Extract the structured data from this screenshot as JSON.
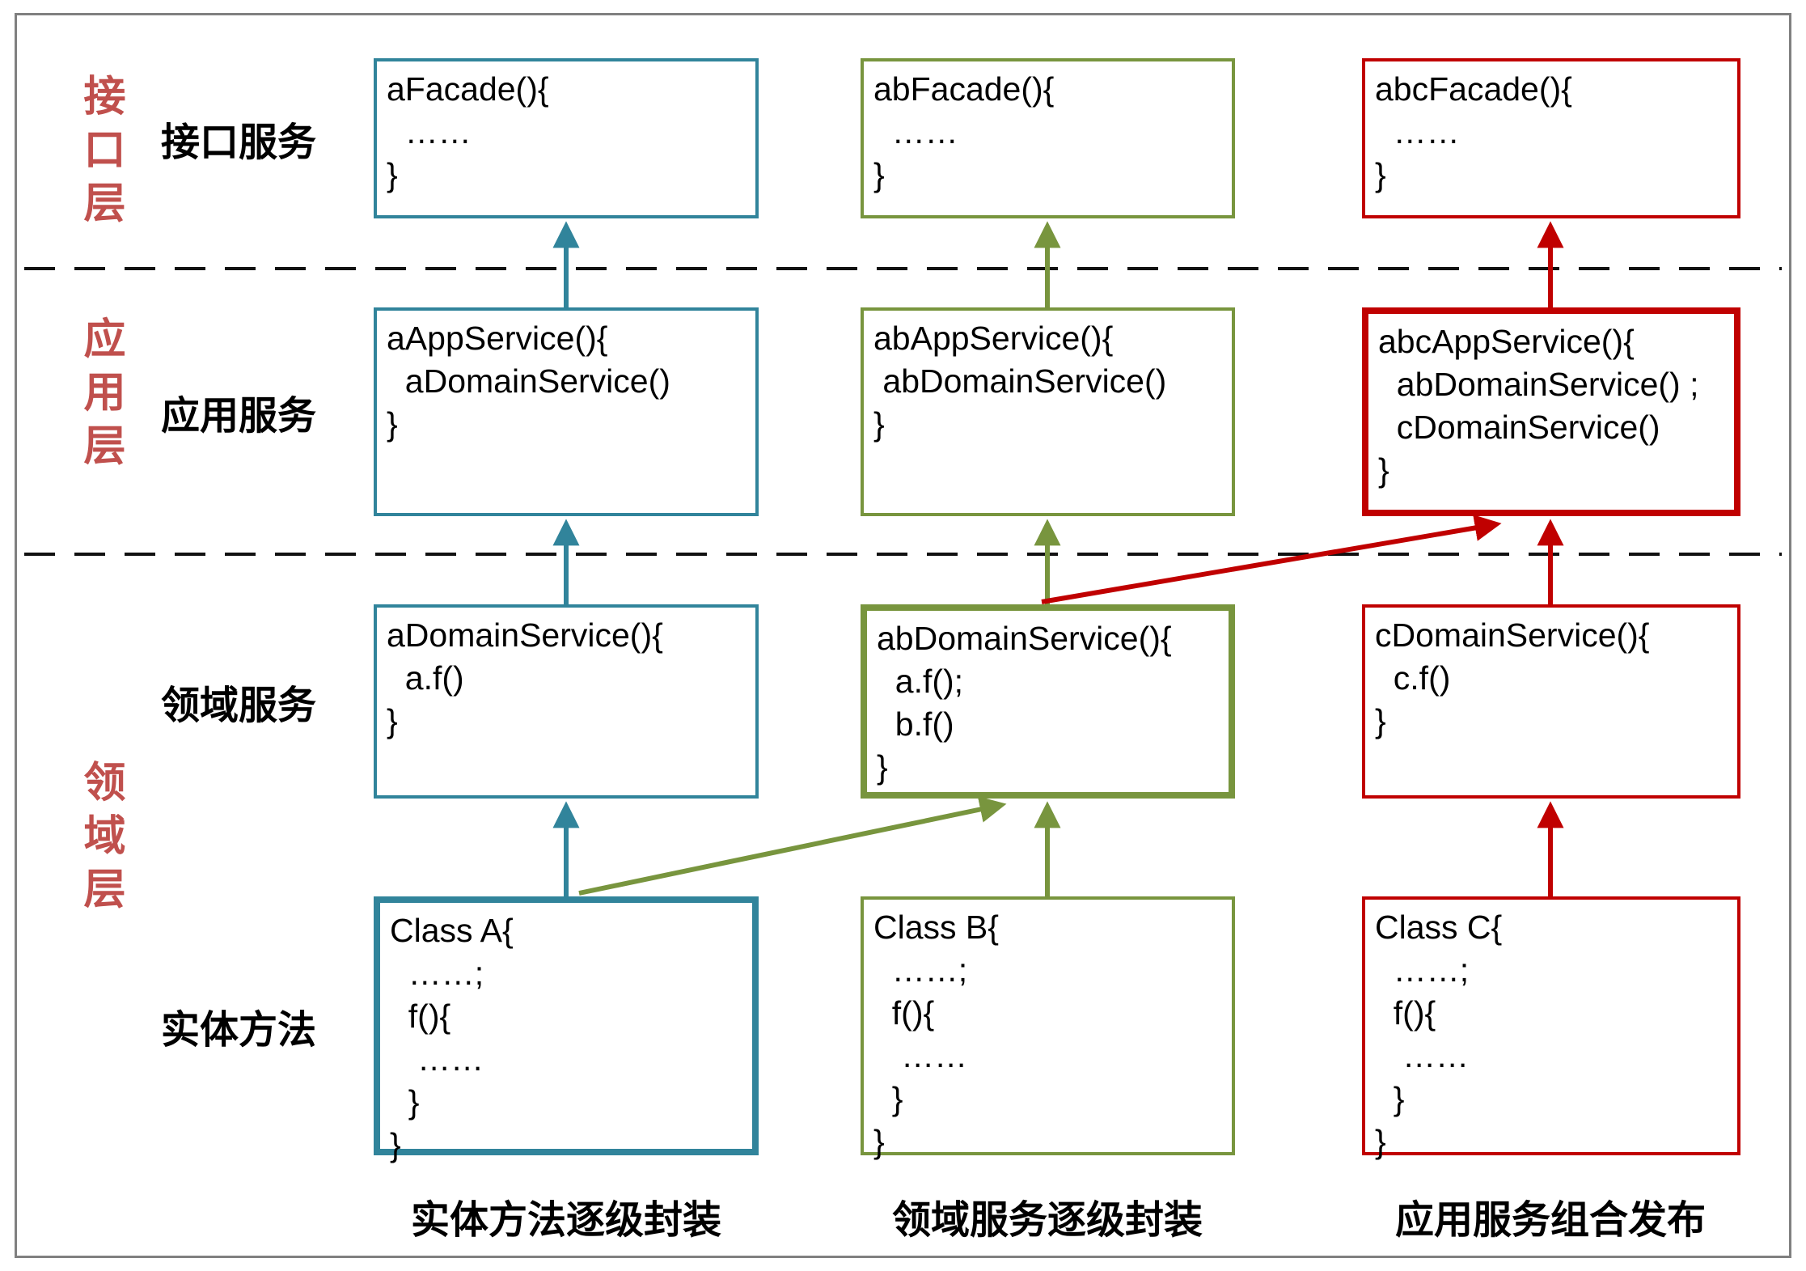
{
  "title": "DDD分层架构服务封装示意图",
  "colors": {
    "teal": "#31849B",
    "green": "#78953E",
    "red": "#C00000",
    "layer_label": "#C0504D",
    "frame": "#808080"
  },
  "layer_labels": {
    "interface": "接口层",
    "application": "应用层",
    "domain": "领域层"
  },
  "row_labels": {
    "interface_service": "接口服务",
    "application_service": "应用服务",
    "domain_service": "领域服务",
    "entity_method": "实体方法"
  },
  "columns": [
    {
      "id": "a",
      "accent": "#31849B",
      "facade": "aFacade(){\n  ……\n}",
      "app": "aAppService(){\n  aDomainService()\n}",
      "domain": "aDomainService(){\n  a.f()\n}",
      "entity": "Class A{\n  ……;\n  f(){\n   ……\n  }\n}",
      "caption": "实体方法逐级封装"
    },
    {
      "id": "ab",
      "accent": "#78953E",
      "facade": "abFacade(){\n  ……\n}",
      "app": "abAppService(){\n abDomainService()\n}",
      "domain": "abDomainService(){\n  a.f();\n  b.f()\n}",
      "entity": "Class B{\n  ……;\n  f(){\n   ……\n  }\n}",
      "caption": "领域服务逐级封装"
    },
    {
      "id": "abc",
      "accent": "#C00000",
      "facade": "abcFacade(){\n  ……\n}",
      "app": "abcAppService(){\n  abDomainService() ;\n  cDomainService()\n}",
      "domain": "cDomainService(){\n  c.f()\n}",
      "entity": "Class C{\n  ……;\n  f(){\n   ……\n  }\n}",
      "caption": "应用服务组合发布"
    }
  ]
}
